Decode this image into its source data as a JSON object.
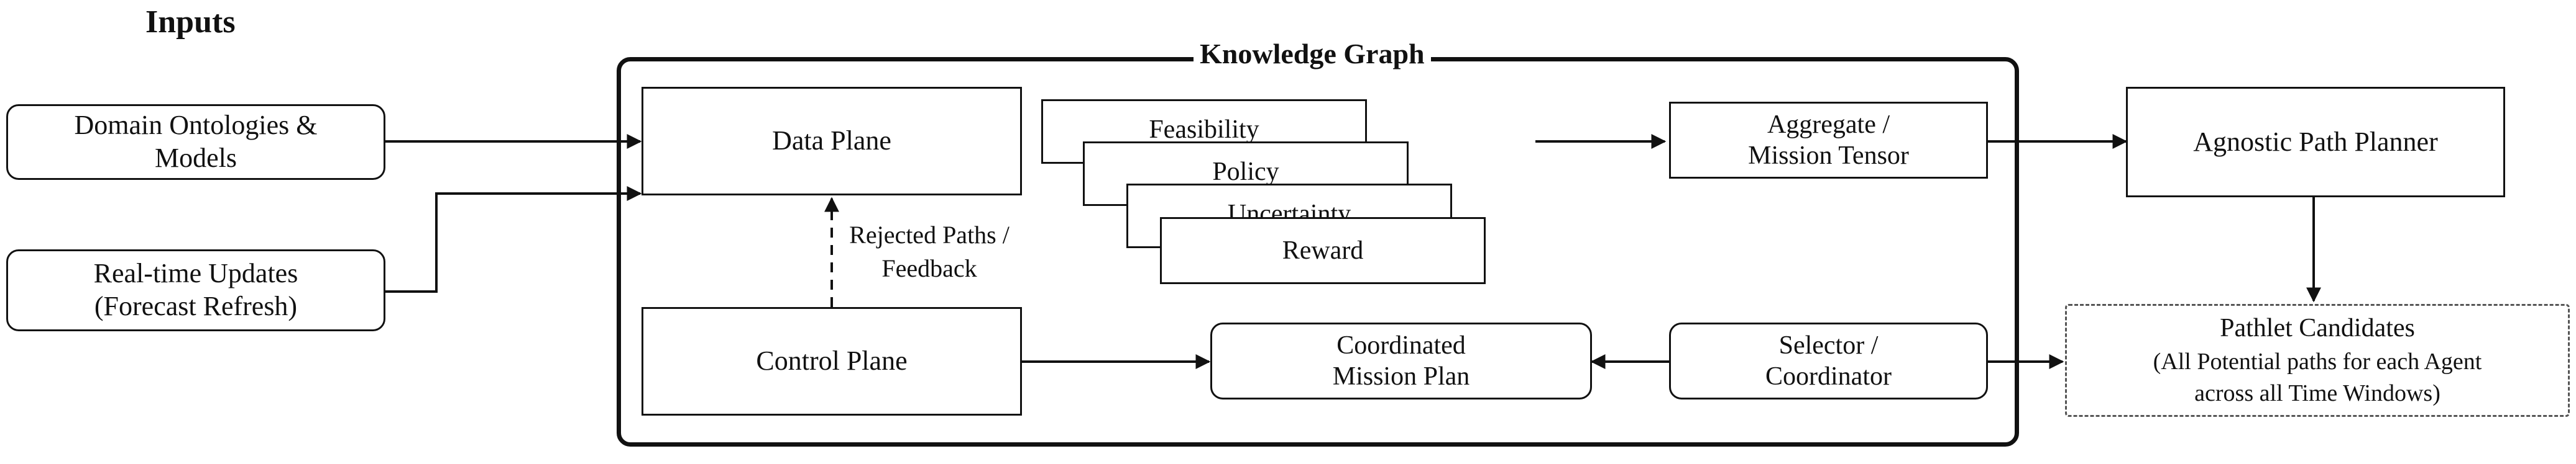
{
  "inputs_heading": "Inputs",
  "knowledge_graph": {
    "title": "Knowledge Graph"
  },
  "inputs": [
    {
      "line1": "Domain Ontologies &",
      "line2": "Models"
    },
    {
      "line1": "Real-time Updates",
      "line2": "(Forecast Refresh)"
    }
  ],
  "data_plane": "Data Plane",
  "control_plane": "Control Plane",
  "feedback_label": {
    "line1": "Rejected Paths /",
    "line2": "Feedback"
  },
  "tensor_stack": [
    "Feasibility",
    "Policy",
    "Uncertainty",
    "Reward"
  ],
  "aggregate": {
    "line1": "Aggregate /",
    "line2": "Mission Tensor"
  },
  "path_planner": "Agnostic Path Planner",
  "coordinated_plan": {
    "line1": "Coordinated",
    "line2": "Mission Plan"
  },
  "selector": {
    "line1": "Selector /",
    "line2": "Coordinator"
  },
  "pathlet": {
    "title": "Pathlet Candidates",
    "line1": "(All Potential paths for each Agent",
    "line2": "across all Time Windows)"
  },
  "colors": {
    "stroke": "#111111",
    "dashed_border": "#555555",
    "background": "#ffffff"
  }
}
